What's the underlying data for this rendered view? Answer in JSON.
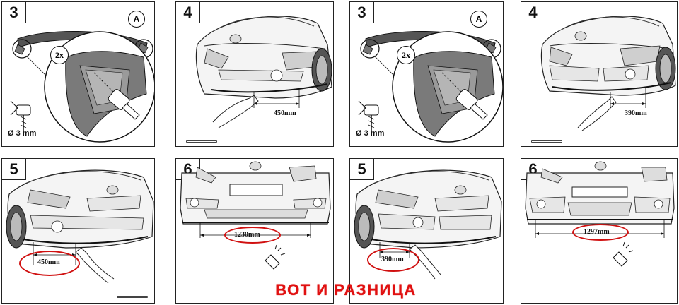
{
  "panels": [
    {
      "step": "3",
      "bubble": "A",
      "count": "2x",
      "drill": "Ø 3 mm"
    },
    {
      "step": "4",
      "measure": "450mm"
    },
    {
      "step": "3",
      "bubble": "A",
      "count": "2x",
      "drill": "Ø 3 mm"
    },
    {
      "step": "4",
      "measure": "390mm"
    },
    {
      "step": "5",
      "measure": "450mm"
    },
    {
      "step": "6",
      "measure": "1230mm"
    },
    {
      "step": "5",
      "measure": "390mm"
    },
    {
      "step": "6",
      "measure": "1297mm"
    }
  ],
  "caption": "ВОТ И РАЗНИЦА",
  "colors": {
    "highlight": "#d01010",
    "caption": "#e01010",
    "line": "#222222"
  }
}
